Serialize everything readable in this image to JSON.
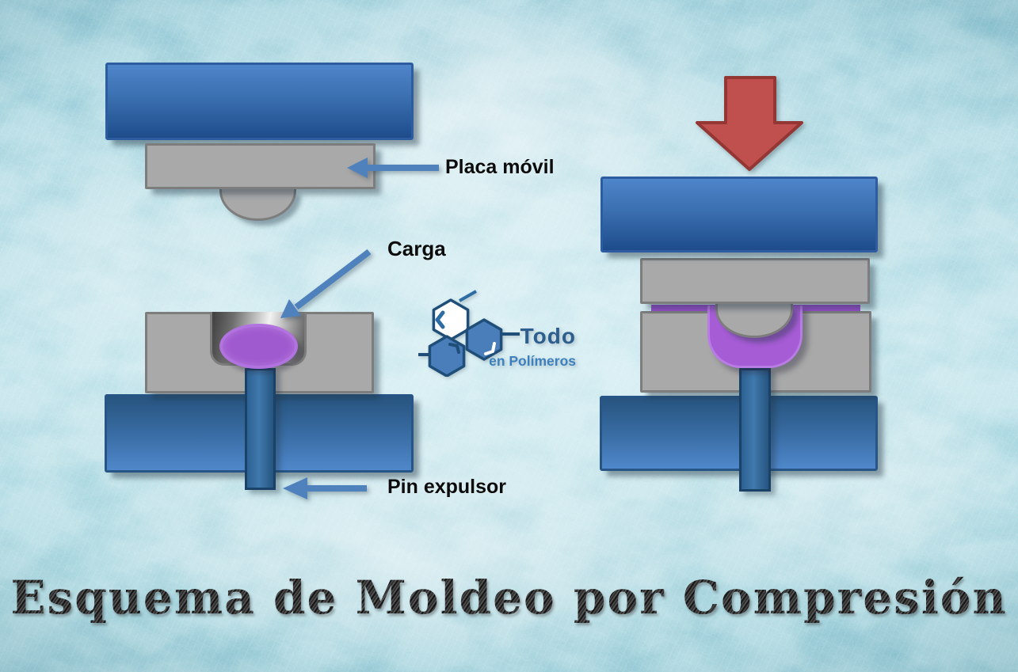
{
  "title": {
    "text": "Esquema de Moldeo por Compresión"
  },
  "labels": {
    "placa_movil": "Placa móvil",
    "carga": "Carga",
    "pin_expulsor": "Pin expulsor"
  },
  "logo": {
    "name": "Todo",
    "tagline": "en Polímeros"
  },
  "colors": {
    "background_teal": "#8dc8d5",
    "platen_blue_top": "#4f85c9",
    "platen_blue_bottom": "#1e4c8b",
    "steel_gray": "#a9a9a9",
    "charge_purple": "#a05ad0",
    "molded_part_purple": "#a55cd4",
    "pin_blue": "#2d6193",
    "compression_arrow_red": "#c0504d",
    "label_arrow_blue": "#4f81bd",
    "title_color": "#262626",
    "logo_dark_blue": "#2d5e8e",
    "logo_light_blue": "#3e80bd"
  }
}
